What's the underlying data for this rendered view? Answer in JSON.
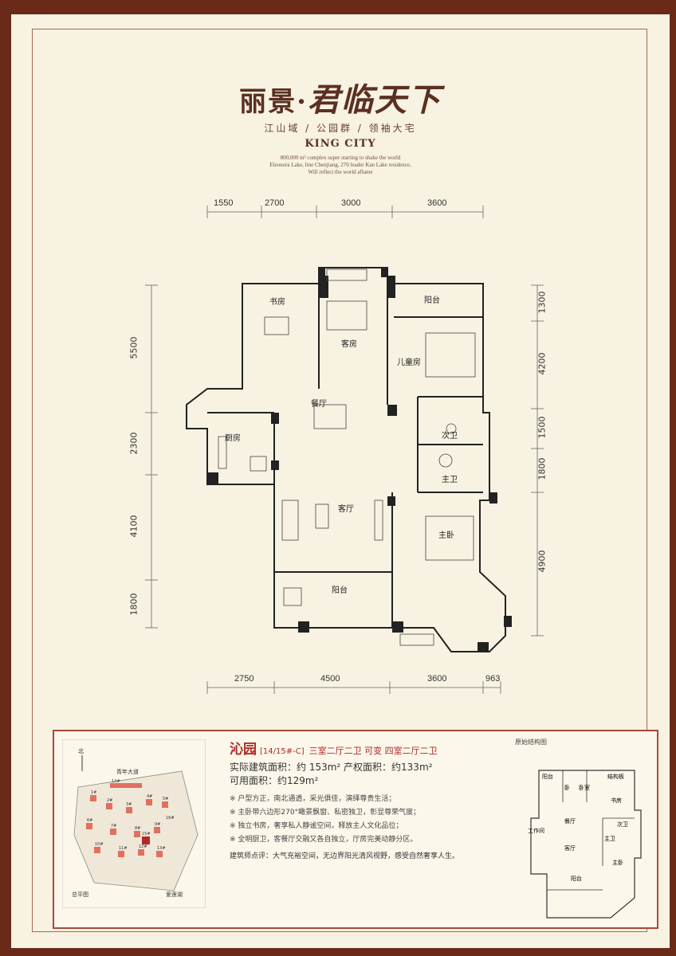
{
  "brand": {
    "title_a": "丽景·",
    "title_b": "君临天下",
    "sub1": "江山域 / 公园群 / 领袖大宅",
    "sub2": "KING CITY",
    "eng1": "800,000 m² complex super starting to shake the world",
    "eng2": "Eleonora Lake, line Chenjiang, 270 leader Kan Lake residence,",
    "eng3": "Will reflect the world aflame"
  },
  "dims": {
    "top": [
      "1550",
      "2700",
      "3000",
      "3600"
    ],
    "bottom": [
      "2750",
      "4500",
      "3600",
      "963"
    ],
    "left": [
      "5500",
      "2300",
      "4100",
      "1800"
    ],
    "right": [
      "1300",
      "4200",
      "1500",
      "1800",
      "4900"
    ]
  },
  "rooms": {
    "study": "书房",
    "guest": "客房",
    "balcony_top": "阳台",
    "kids": "儿童房",
    "dining": "餐厅",
    "kitchen": "厨房",
    "bath2": "次卫",
    "bath1": "主卫",
    "living": "客厅",
    "master": "主卧",
    "balcony_bottom": "阳台"
  },
  "info": {
    "name": "沁园",
    "tag": "[14/15#-C]",
    "desc": "三室二厅二卫 可变 四室二厅二卫",
    "area1": "实际建筑面积：约 153m²   产权面积：约133m²",
    "area2": "可用面积：约129m²",
    "points": [
      "※ 户型方正，南北通透，采光俱佳，演绎尊贵生活；",
      "※ 主卧带六边形270°瞰景飘窗、私密独卫，彰显尊荣气度；",
      "※ 独立书房，奢享私人静谧空间，释放主人文化品位；",
      "※ 全明厨卫，客餐厅交融又各自独立，厅房完美动静分区。"
    ],
    "comment": "建筑师点评：大气充裕空间，无边界阳光清风视野，感受自然奢享人生。",
    "origin_label": "原始结构图",
    "map": {
      "north": "北",
      "road": "青年大道",
      "lake": "爱莲湖",
      "total": "总平图",
      "bldgs": [
        "1#",
        "2#",
        "3#",
        "4#",
        "5#",
        "6#",
        "7#",
        "8#",
        "9#",
        "10#",
        "11#",
        "12#",
        "13#",
        "14#",
        "15#",
        "16#"
      ]
    },
    "origin_rooms": {
      "balcony1": "阳台",
      "bed": "卧室",
      "struct": "结构板",
      "study": "书房",
      "work": "工作间",
      "dining": "餐厅",
      "bath2": "次卫",
      "bath1": "主卫",
      "living": "客厅",
      "master": "主卧",
      "balcony2": "阳台",
      "r1": "卧"
    }
  }
}
